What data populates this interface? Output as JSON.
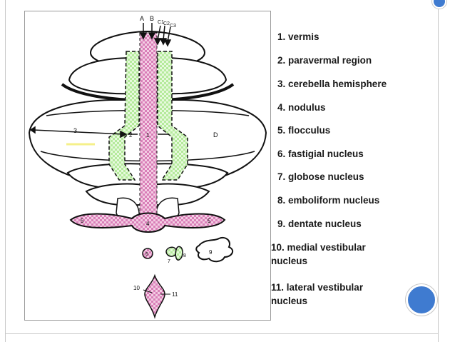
{
  "colors": {
    "accent": "#3f7bd0",
    "accent_ring": "#2c5fa8",
    "frame": "#c8c8c8",
    "vermis_pink": "#e9a6cf",
    "paravermal_green": "#c9f0b4",
    "hemisphere_yellow": "#f5f08a"
  },
  "diagram": {
    "labels": {
      "a": "A",
      "b": "B",
      "c1": "C1",
      "c2": "C2",
      "c3": "C3",
      "d": "D",
      "n1": "1",
      "n2": "2",
      "n3": "3",
      "n4": "4",
      "n5": "5",
      "n6": "6",
      "n7": "7",
      "n8": "8",
      "n9": "9",
      "n10": "10",
      "n11": "11"
    }
  },
  "legend": [
    "1. vermis",
    "2. paravermal region",
    "3. cerebella hemisphere",
    "4. nodulus",
    "5. flocculus",
    "6. fastigial nucleus",
    "7. globose nucleus",
    "8. emboliform nucleus",
    "9. dentate nucleus",
    "10. medial vestibular nucleus",
    "11. lateral vestibular nucleus"
  ]
}
